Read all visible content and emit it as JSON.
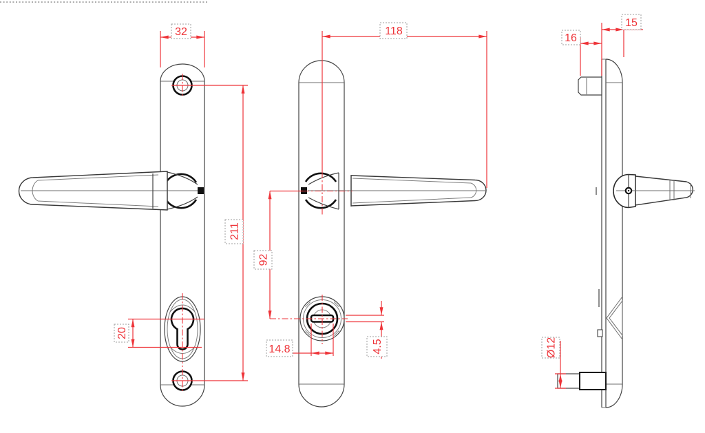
{
  "drawing": {
    "kind": "technical-drawing",
    "units": "mm",
    "colors": {
      "dimension": "#ee3338",
      "outline": "#424242",
      "bold_feature": "#111111"
    },
    "dims": {
      "backplate_width": "32",
      "lever_length": "118",
      "plate_depth": "15",
      "rear_projection": "16",
      "screw_centres": "211",
      "lever_to_cylinder": "92",
      "cylinder_offset": "20",
      "slot_width": "14.8",
      "slot_height": "4.5",
      "spindle_diameter": "Ø12"
    }
  }
}
